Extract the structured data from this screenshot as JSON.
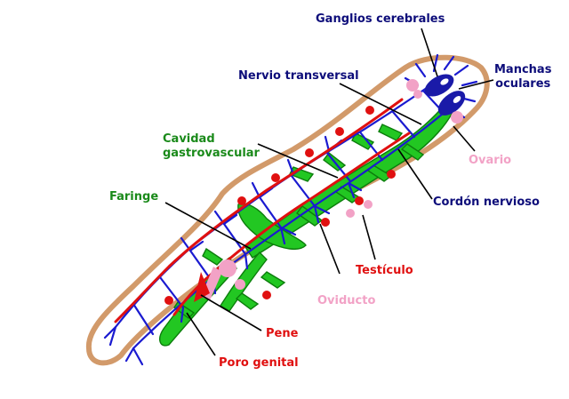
{
  "labels": {
    "ganglios": "Ganglios cerebrales",
    "manchas_1": "Manchas",
    "manchas_2": "oculares",
    "nervio": "Nervio transversal",
    "cavidad_1": "Cavidad",
    "cavidad_2": "gastrovascular",
    "ovario": "Ovario",
    "faringe": "Faringe",
    "cordon": "Cordón nervioso",
    "testiculo": "Testículo",
    "oviducto": "Oviducto",
    "pene": "Pene",
    "poro": "Poro genital"
  },
  "colors": {
    "body_outline": "#d29a6a",
    "gastro": "#22c722",
    "gastro_dark": "#0c7d0c",
    "nerve": "#1a1ad0",
    "ganglia": "#1a1aa8",
    "eyespot": "#ffffff",
    "testis_duct": "#e01010",
    "ovary": "#f2a2c6",
    "label_navy": "#0d0d7a",
    "label_green": "#1a8a1a",
    "label_red": "#e01010",
    "label_pink": "#f2a2c6",
    "leader": "#000000"
  }
}
